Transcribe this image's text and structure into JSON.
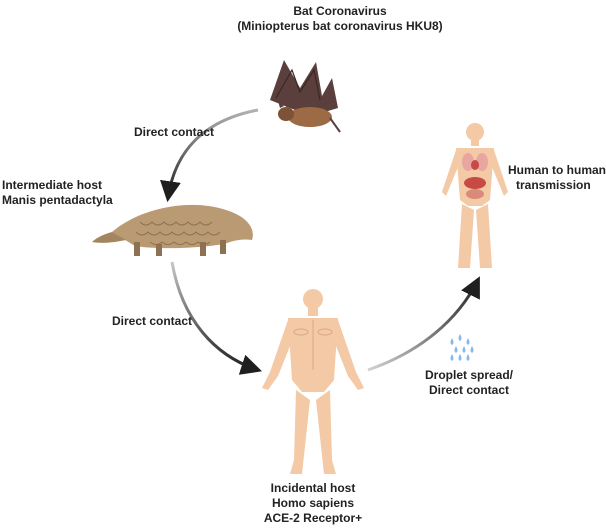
{
  "bat": {
    "label_line1": "Bat Coronavirus",
    "label_line2": "(Miniopterus bat coronavirus HKU8)"
  },
  "edge_bat_to_pangolin": {
    "label": "Direct contact"
  },
  "pangolin": {
    "label_line1": "Intermediate host",
    "label_line2": "Manis pentadactyla"
  },
  "edge_pangolin_to_human": {
    "label": "Direct contact"
  },
  "incidental_host": {
    "label_line1": "Incidental host",
    "label_line2": "Homo sapiens",
    "label_line3": "ACE-2 Receptor+"
  },
  "edge_human_to_human": {
    "label_line1": "Droplet spread/",
    "label_line2": "Direct contact"
  },
  "human_transmission": {
    "label_line1": "Human to human",
    "label_line2": "transmission"
  },
  "colors": {
    "arrow": "#1f1f1f",
    "skin": "#f3c9a6",
    "skin_shadow": "#dca985",
    "bat_wing": "#5a3f3d",
    "bat_body": "#9c6b45",
    "pangolin": "#b99a73",
    "pangolin_dark": "#8d7152",
    "droplet": "#8ab8e6",
    "organ_red": "#c74a45",
    "organ_pink": "#e9a6a0"
  }
}
